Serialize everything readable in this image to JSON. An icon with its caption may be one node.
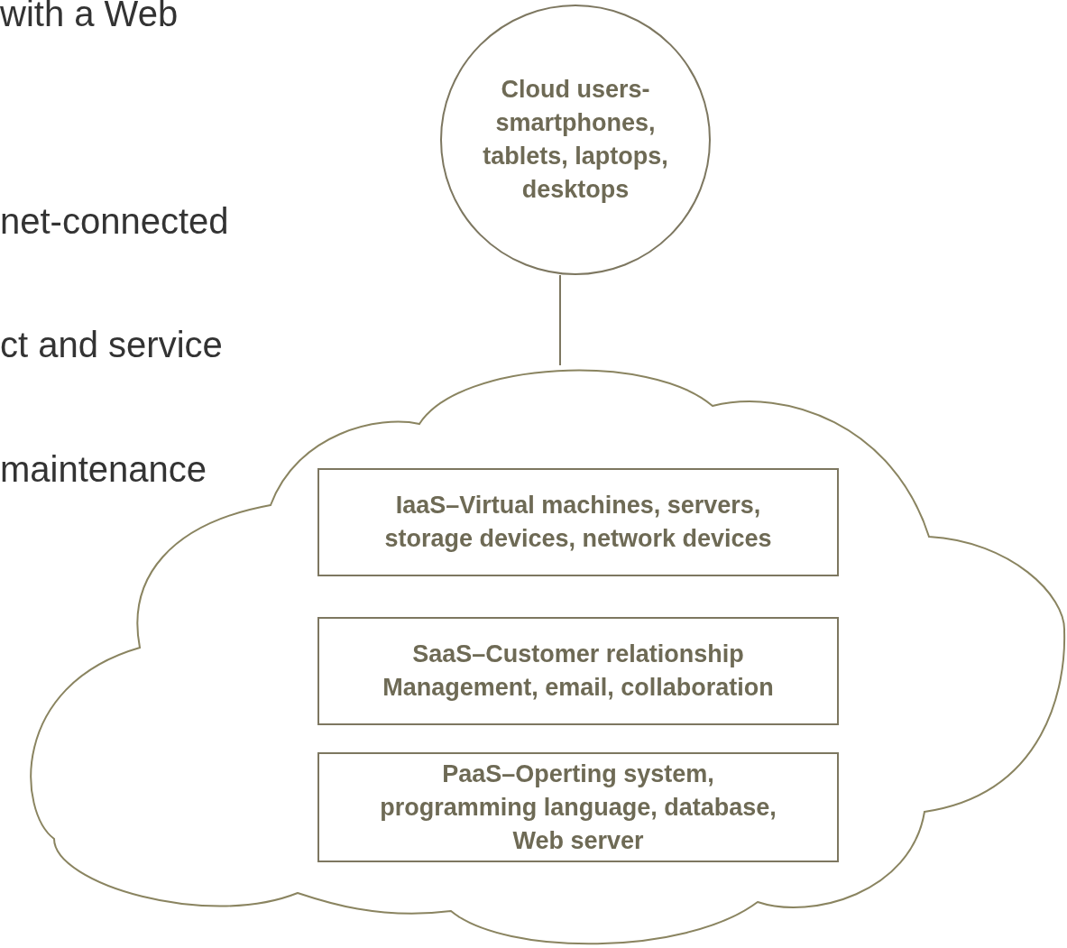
{
  "diagram": {
    "nodes": [
      {
        "text": [
          "Cloud users- smartphones, tablets, laptops, desktops"
        ]
      },
      {
        "text": [],
        "shape": "cloud"
      },
      {
        "text": [
          "IaaS–Virtual machines, servers, storage devices, network devices"
        ],
        "in": 1
      },
      {
        "text": [
          "SaaS–Customer relationship Management, email, collaboration"
        ],
        "in": 1
      },
      {
        "text": [
          "PaaS–Operting system, programming language, database, Web server"
        ],
        "in": 1
      }
    ],
    "edges": [
      {
        "from": 0,
        "to": 1,
        "arrow": "none"
      }
    ],
    "labels": [
      "with a Web",
      "net-connected",
      "ct and service",
      "maintenance"
    ]
  }
}
